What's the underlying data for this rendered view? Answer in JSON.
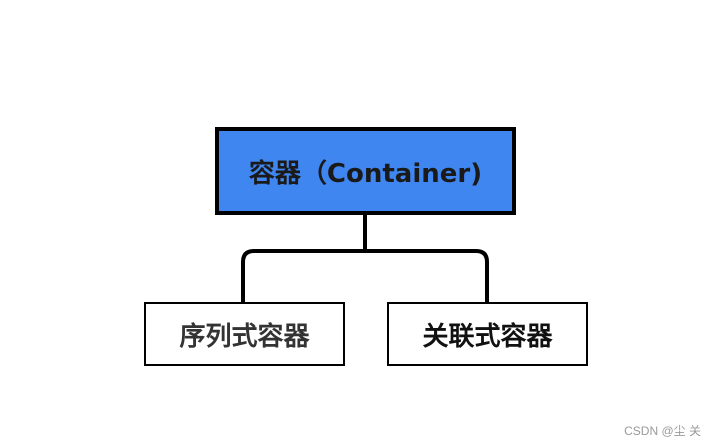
{
  "diagram": {
    "root": {
      "label": "容器（Container)"
    },
    "children": [
      {
        "label": "序列式容器"
      },
      {
        "label": "关联式容器"
      }
    ]
  },
  "watermark": {
    "text": "CSDN @尘  关"
  },
  "colors": {
    "root_fill": "#3f86f0",
    "stroke": "#000000",
    "child_fill": "#ffffff"
  }
}
